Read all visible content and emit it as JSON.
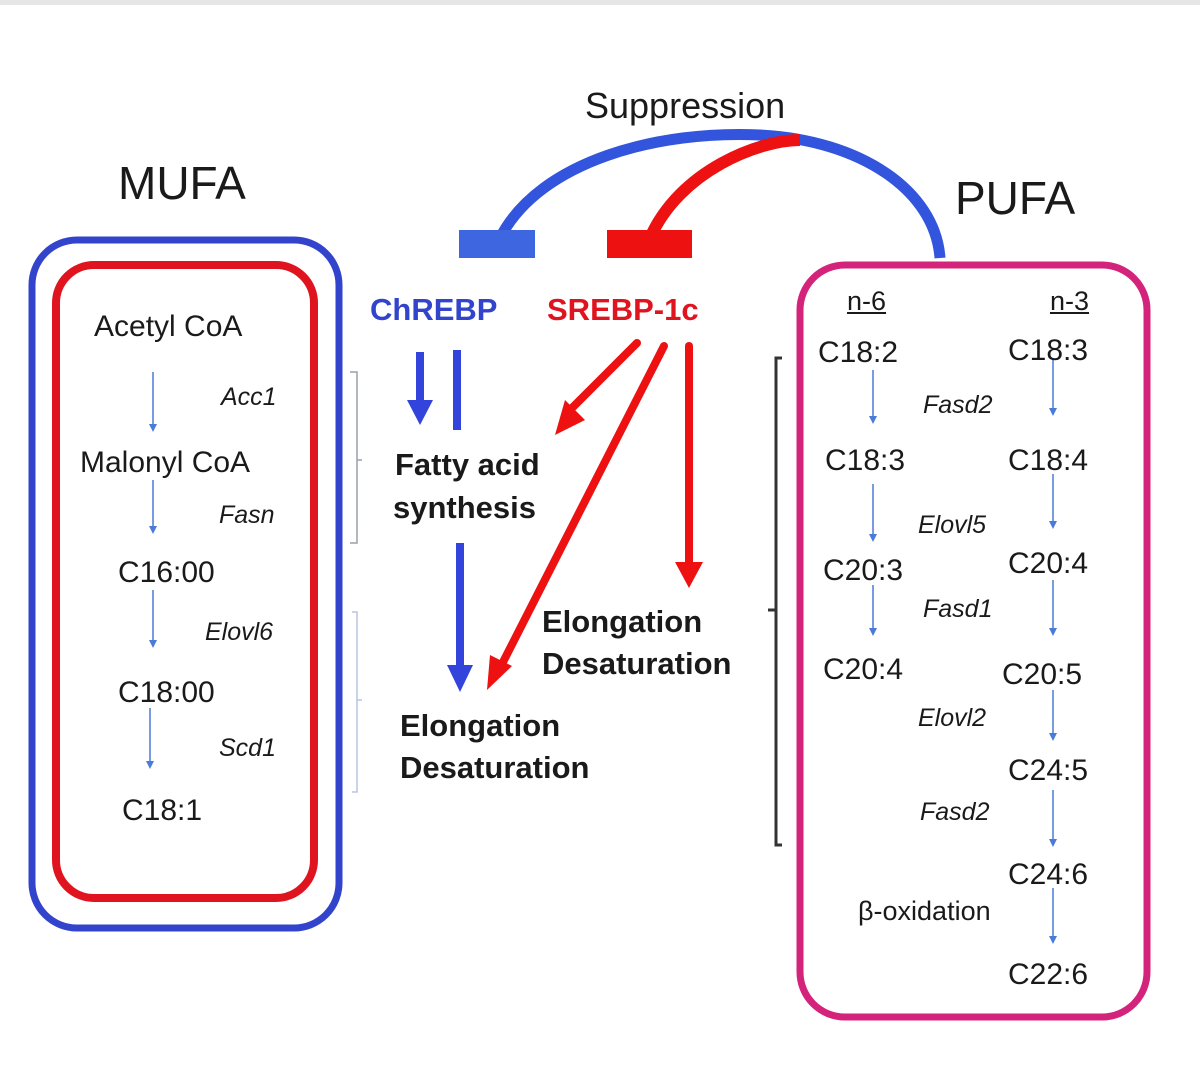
{
  "diagram": {
    "suppression_label": "Suppression",
    "mufa": {
      "title": "MUFA",
      "nodes": [
        "Acetyl CoA",
        "Malonyl CoA",
        "C16:00",
        "C18:00",
        "C18:1"
      ],
      "enzymes": [
        "Acc1",
        "Fasn",
        "Elovl6",
        "Scd1"
      ]
    },
    "regulators": {
      "chrebp": "ChREBP",
      "srebp": "SREBP-1c"
    },
    "processes": {
      "fas_line1": "Fatty acid",
      "fas_line2": "synthesis",
      "elong_left_1": "Elongation",
      "elong_left_2": "Desaturation",
      "elong_right_1": "Elongation",
      "elong_right_2": "Desaturation"
    },
    "pufa": {
      "title": "PUFA",
      "n6_header": "n-6",
      "n3_header": "n-3",
      "n6_nodes": [
        "C18:2",
        "C18:3",
        "C20:3",
        "C20:4"
      ],
      "n3_nodes": [
        "C18:3",
        "C18:4",
        "C20:4",
        "C20:5",
        "C24:5",
        "C24:6",
        "C22:6"
      ],
      "enzymes": [
        "Fasd2",
        "Elovl5",
        "Fasd1",
        "Elovl2",
        "Fasd2",
        "β-oxidation"
      ]
    },
    "colors": {
      "chrebp_blue": "#3344cc",
      "srebp_red": "#e0141e",
      "pufa_magenta": "#d4237a",
      "pathway_arrow": "#4a7bd8"
    }
  }
}
